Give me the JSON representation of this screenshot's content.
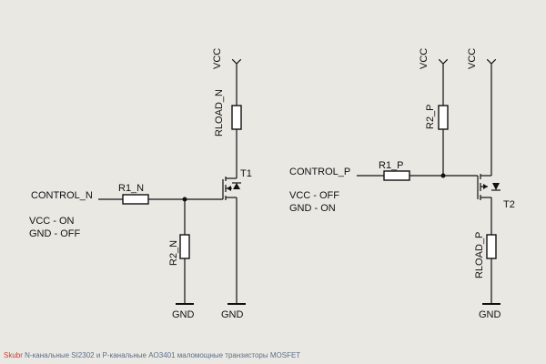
{
  "circuit_n": {
    "control_label": "CONTROL_N",
    "resistor_series": "R1_N",
    "resistor_pulldown": "R2_N",
    "load_resistor": "RLOAD_N",
    "transistor": "T1",
    "supply": "VCC",
    "ground_left": "GND",
    "ground_right": "GND",
    "truth_vcc": "VCC - ON",
    "truth_gnd": "GND - OFF"
  },
  "circuit_p": {
    "control_label": "CONTROL_P",
    "resistor_series": "R1_P",
    "resistor_pullup": "R2_P",
    "load_resistor": "RLOAD_P",
    "transistor": "T2",
    "supply_left": "VCC",
    "supply_right": "VCC",
    "ground": "GND",
    "truth_vcc": "VCC - OFF",
    "truth_gnd": "GND - ON"
  },
  "caption": {
    "brand": "Skubr",
    "text": "N-канальные SI2302 и P-канальные AO3401 маломощные транзисторы MOSFET"
  },
  "colors": {
    "background": "#e9e8e3",
    "brand": "#d33a2c",
    "caption_text": "#5b6f8a"
  }
}
